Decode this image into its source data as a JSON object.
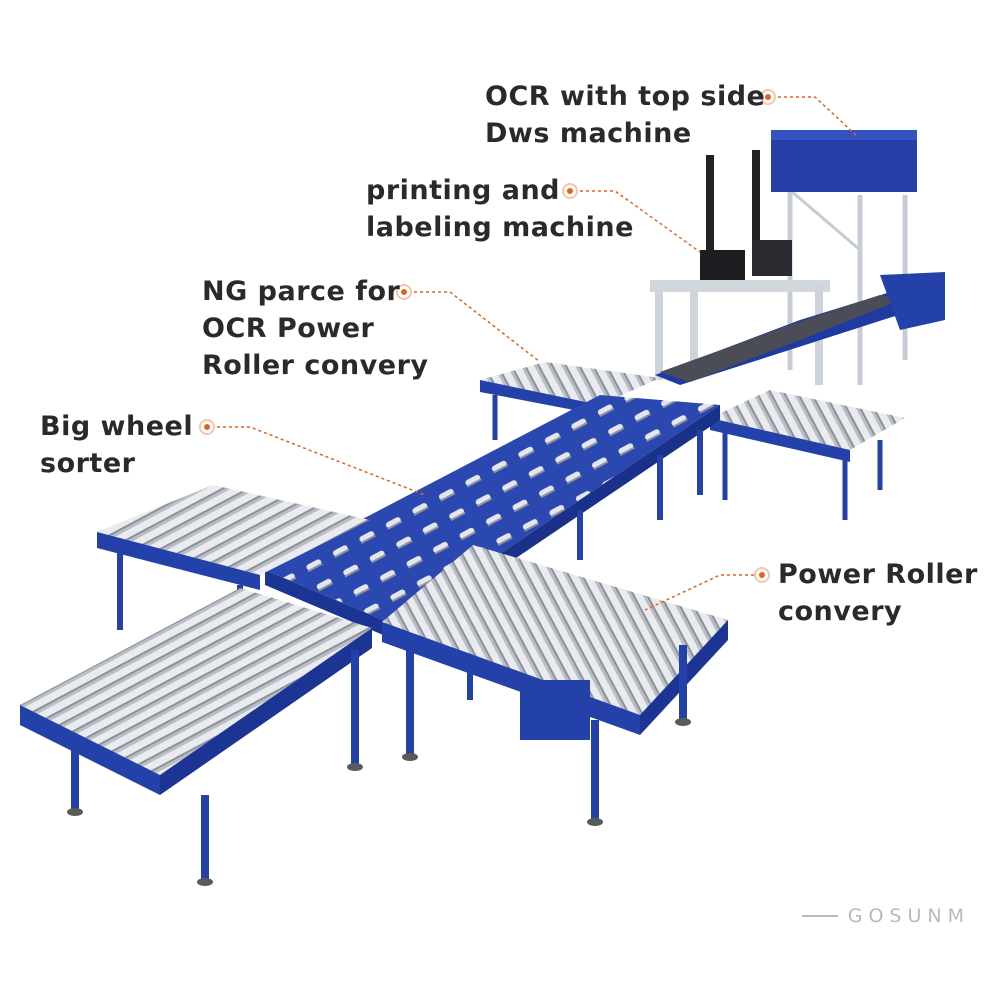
{
  "annotations": [
    {
      "id": "ocr-dws",
      "lines": [
        "OCR with top side",
        "Dws machine"
      ]
    },
    {
      "id": "printing",
      "lines": [
        "printing and",
        "labeling machine"
      ]
    },
    {
      "id": "ng-parcel",
      "lines": [
        "NG parce for",
        "OCR Power",
        "Roller convery"
      ]
    },
    {
      "id": "sorter",
      "lines": [
        "Big wheel",
        "sorter"
      ]
    },
    {
      "id": "roller",
      "lines": [
        "Power Roller",
        "convery"
      ]
    }
  ],
  "brand": {
    "name": "GOSUNM"
  },
  "colors": {
    "frame_blue": "#2341a8",
    "roller_silver": "#cfd3da",
    "accent_orange": "#e8611a",
    "label_text": "#2a2a2a",
    "watermark": "#b9b9b9"
  }
}
